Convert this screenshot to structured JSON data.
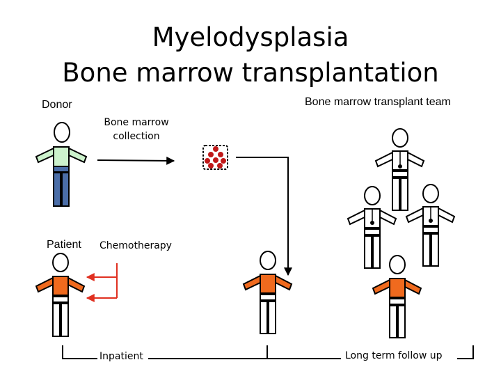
{
  "title": {
    "line1": "Myelodysplasia",
    "line2": "Bone marrow transplantation"
  },
  "labels": {
    "donor": "Donor",
    "team": "Bone marrow transplant team",
    "collection_line1": "Bone marrow",
    "collection_line2": "collection",
    "patient": "Patient",
    "chemotherapy": "Chemotherapy",
    "inpatient": "Inpatient",
    "follow_up": "Long term follow up"
  },
  "colors": {
    "donor_shirt": "#ccf2cc",
    "donor_trousers": "#4b6ea8",
    "patient_shirt": "#f06a1e",
    "arrow_red": "#e03020",
    "marrow_red": "#c01818",
    "outline": "#000000"
  }
}
